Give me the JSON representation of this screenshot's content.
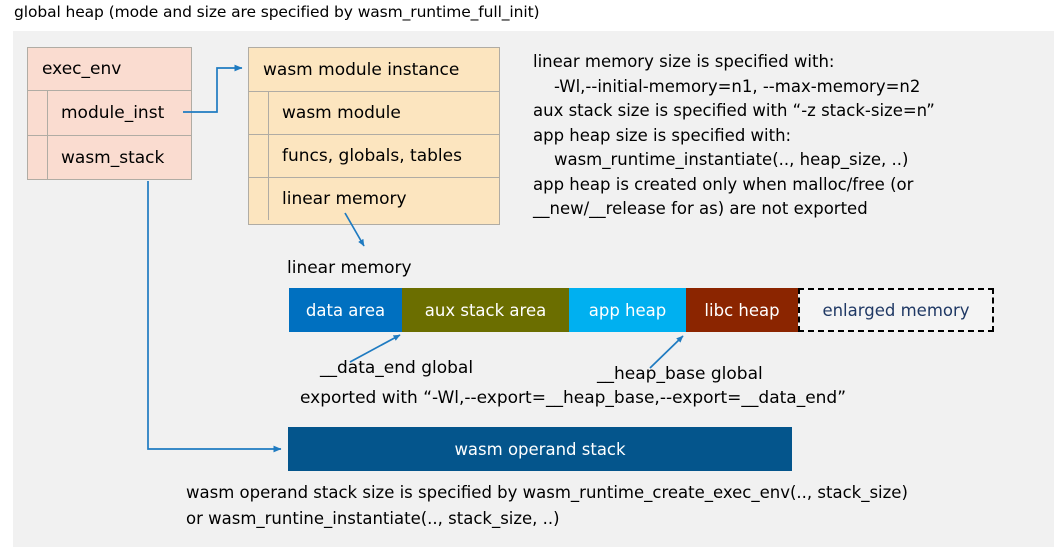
{
  "title": "global heap (mode and size are specified by wasm_runtime_full_init)",
  "exec_env": {
    "header": "exec_env",
    "fields": [
      {
        "label": "module_inst"
      },
      {
        "label": "wasm_stack"
      }
    ],
    "bg": "#fadcd0"
  },
  "module_instance": {
    "header": "wasm module instance",
    "fields": [
      {
        "label": "wasm module"
      },
      {
        "label": "funcs, globals, tables"
      },
      {
        "label": "linear memory"
      }
    ],
    "bg": "#fce5bf"
  },
  "notes_right": "linear memory size is specified with:\n    -Wl,--initial-memory=n1, --max-memory=n2\naux stack size is specified with “-z stack-size=n”\napp heap size is specified with:\n    wasm_runtime_instantiate(.., heap_size, ..)\napp heap is created only when malloc/free (or\n__new/__release for as) are not exported",
  "linear_memory": {
    "label": "linear memory",
    "segments": [
      {
        "label": "data area",
        "color": "#0070c0",
        "text_color": "#ffffff",
        "width": 113
      },
      {
        "label": "aux stack area",
        "color": "#6b6e00",
        "text_color": "#ffffff",
        "width": 167
      },
      {
        "label": "app heap",
        "color": "#00b0f0",
        "text_color": "#ffffff",
        "width": 117
      },
      {
        "label": "libc heap",
        "color": "#8b2500",
        "text_color": "#ffffff",
        "width": 112
      },
      {
        "label": "enlarged memory",
        "color": "#f4f4f4",
        "text_color": "#1f3864",
        "width": 196,
        "dashed": true
      }
    ]
  },
  "annotations": {
    "data_end": "__data_end global",
    "heap_base": "__heap_base global",
    "export_note": "exported with “-Wl,--export=__heap_base,--export=__data_end”"
  },
  "operand_stack": {
    "label": "wasm operand stack",
    "color": "#04558c",
    "note": "wasm operand stack size is specified by wasm_runtime_create_exec_env(.., stack_size)\nor wasm_runtine_instantiate(.., stack_size, ..)"
  },
  "colors": {
    "panel_bg": "#f1f1f1",
    "connector": "#1f7bc1",
    "box_border": "#b0aca4"
  }
}
